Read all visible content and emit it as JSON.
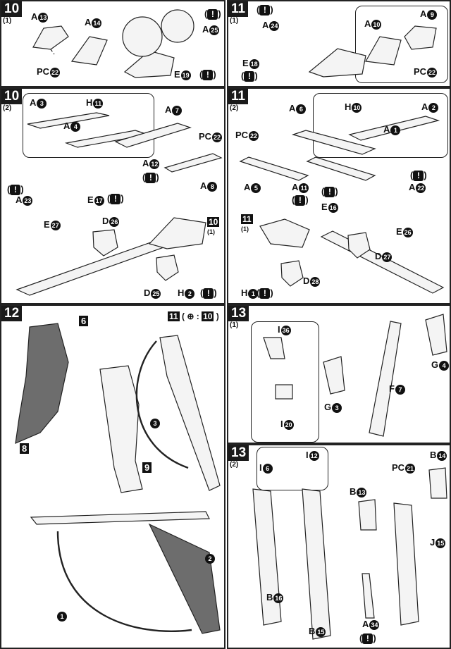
{
  "panels": {
    "p10_1": {
      "step": "10",
      "sub": "(1)",
      "labels": [
        "A",
        "A",
        "PC",
        "A",
        "E"
      ],
      "nums": [
        "13",
        "14",
        "22",
        "25",
        "19"
      ]
    },
    "p11_1": {
      "step": "11",
      "sub": "(1)",
      "labels": [
        "A",
        "E",
        "A",
        "A",
        "PC"
      ],
      "nums": [
        "24",
        "18",
        "10",
        "9",
        "22"
      ]
    },
    "p10_2": {
      "step": "10",
      "sub": "(2)",
      "labels": [
        "A",
        "H",
        "A",
        "A",
        "PC",
        "A",
        "A",
        "E",
        "A",
        "E",
        "D",
        "D",
        "H"
      ],
      "nums": [
        "3",
        "11",
        "4",
        "7",
        "22",
        "12",
        "8",
        "17",
        "23",
        "27",
        "26",
        "25",
        "2"
      ],
      "ref": "10",
      "ref_sub": "(1)"
    },
    "p11_2": {
      "step": "11",
      "sub": "(2)",
      "labels": [
        "A",
        "H",
        "A",
        "PC",
        "A",
        "A",
        "A",
        "E",
        "A",
        "E",
        "D",
        "D",
        "H"
      ],
      "nums": [
        "6",
        "10",
        "2",
        "22",
        "1",
        "5",
        "11",
        "16",
        "22",
        "26",
        "27",
        "28",
        "1"
      ],
      "ref": "11",
      "ref_sub": "(1)"
    },
    "p12": {
      "step": "12",
      "labels": [
        "6",
        "8",
        "9",
        "11",
        "10",
        "3",
        "2",
        "1"
      ]
    },
    "p13_1": {
      "step": "13",
      "sub": "(1)",
      "labels": [
        "I",
        "I",
        "G",
        "F",
        "G"
      ],
      "nums": [
        "36",
        "20",
        "3",
        "7",
        "4"
      ]
    },
    "p13_2": {
      "step": "13",
      "sub": "(2)",
      "labels": [
        "I",
        "I",
        "B",
        "PC",
        "B",
        "J",
        "B",
        "B",
        "A"
      ],
      "nums": [
        "12",
        "6",
        "14",
        "21",
        "13",
        "15",
        "16",
        "15",
        "34"
      ]
    }
  },
  "warn": "!"
}
